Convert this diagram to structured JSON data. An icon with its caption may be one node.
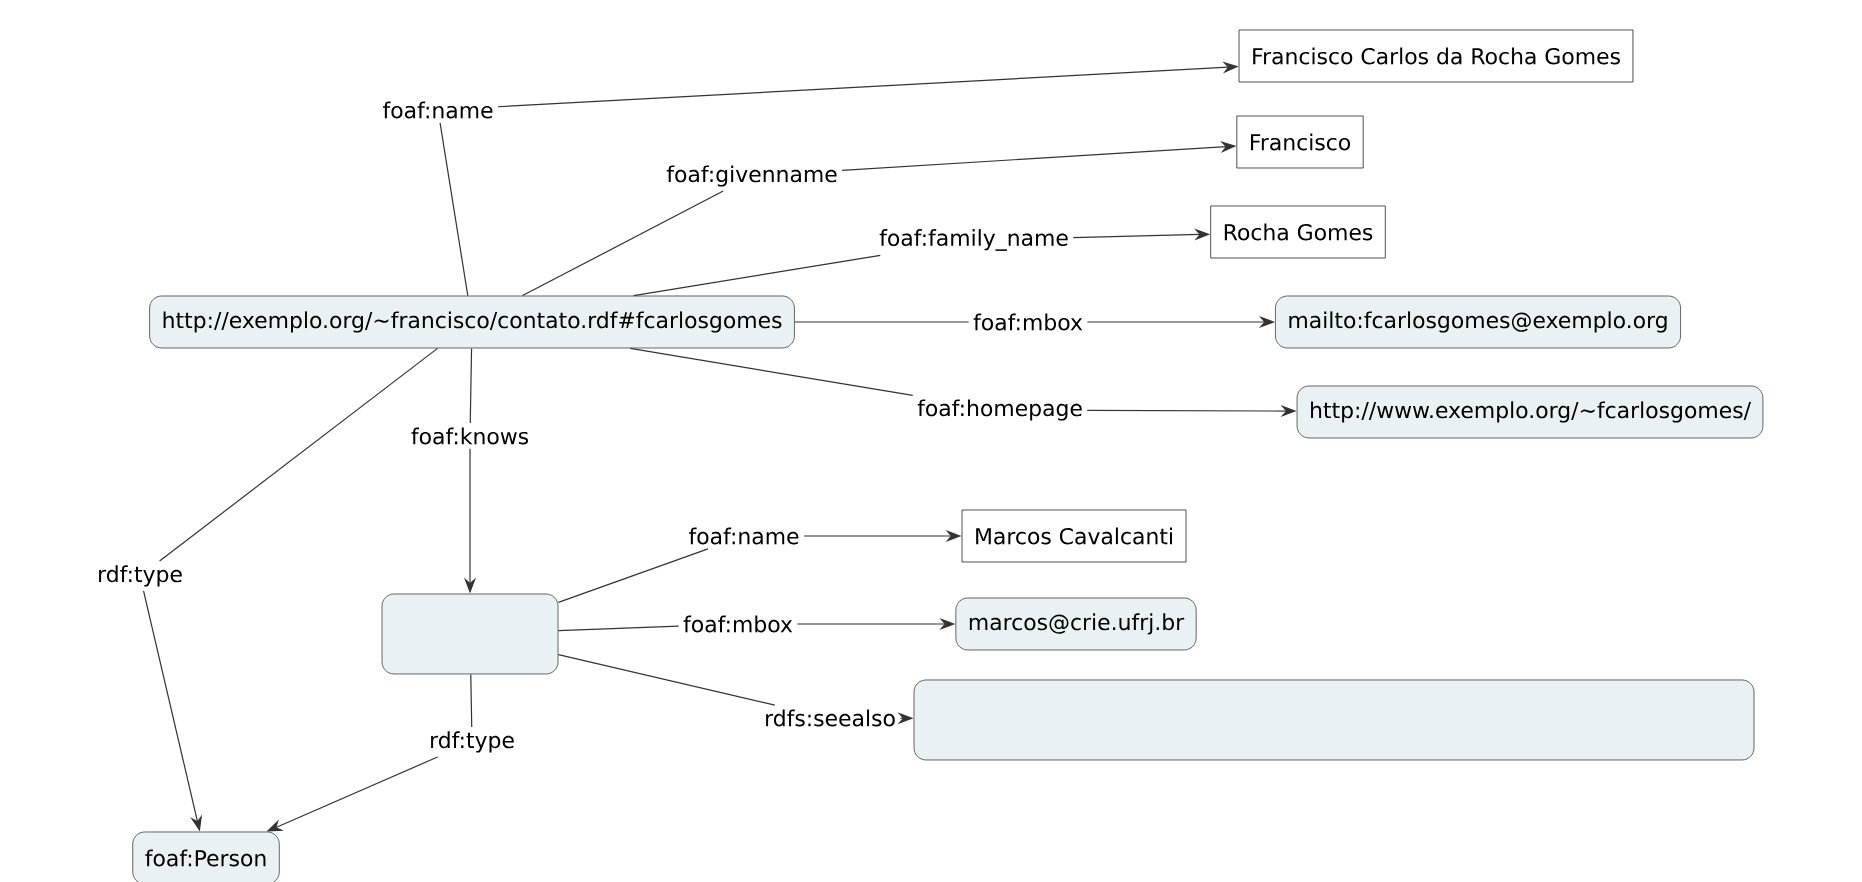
{
  "diagram": {
    "nodes": [
      {
        "text": [
          "http://exemplo.org/~francisco/contato.rdf#fcarlosgomes"
        ]
      },
      {
        "text": [
          "foaf:name"
        ]
      },
      {
        "text": [
          "Francisco Carlos da Rocha Gomes"
        ]
      },
      {
        "text": [
          "foaf:givenname"
        ]
      },
      {
        "text": [
          "Francisco"
        ]
      },
      {
        "text": [
          "foaf:family_name"
        ]
      },
      {
        "text": [
          "Rocha Gomes"
        ]
      },
      {
        "text": [
          "foaf:mbox"
        ]
      },
      {
        "text": [
          "mailto:fcarlosgomes@exemplo.org"
        ]
      },
      {
        "text": [
          "foaf:homepage"
        ]
      },
      {
        "text": [
          "http://www.exemplo.org/~fcarlosgomes/"
        ]
      },
      {
        "text": [
          "foaf:knows"
        ]
      },
      {
        "text": [],
        "shape": "box"
      },
      {
        "text": [
          "foaf:name"
        ]
      },
      {
        "text": [
          "Marcos Cavalcanti"
        ]
      },
      {
        "text": [
          "foaf:mbox"
        ]
      },
      {
        "text": [
          "marcos@crie.ufrj.br"
        ]
      },
      {
        "text": [
          "rdfs:seealso"
        ]
      },
      {
        "text": [],
        "shape": "box"
      },
      {
        "text": [
          "rdf:type"
        ]
      },
      {
        "text": [
          "rdf:type"
        ]
      },
      {
        "text": [
          "foaf:Person"
        ]
      }
    ],
    "edges": [
      {
        "from": 0,
        "to": 1,
        "arrow": "none"
      },
      {
        "from": 1,
        "to": 2,
        "arrow": "to"
      },
      {
        "from": 0,
        "to": 3,
        "arrow": "none"
      },
      {
        "from": 3,
        "to": 4,
        "arrow": "to"
      },
      {
        "from": 0,
        "to": 5,
        "arrow": "none"
      },
      {
        "from": 5,
        "to": 6,
        "arrow": "to"
      },
      {
        "from": 0,
        "to": 7,
        "arrow": "none"
      },
      {
        "from": 7,
        "to": 8,
        "arrow": "to"
      },
      {
        "from": 0,
        "to": 9,
        "arrow": "none"
      },
      {
        "from": 9,
        "to": 10,
        "arrow": "to"
      },
      {
        "from": 0,
        "to": 11,
        "arrow": "none"
      },
      {
        "from": 11,
        "to": 12,
        "arrow": "to"
      },
      {
        "from": 12,
        "to": 13,
        "arrow": "none"
      },
      {
        "from": 13,
        "to": 14,
        "arrow": "to"
      },
      {
        "from": 12,
        "to": 15,
        "arrow": "none"
      },
      {
        "from": 15,
        "to": 16,
        "arrow": "to"
      },
      {
        "from": 12,
        "to": 17,
        "arrow": "none"
      },
      {
        "from": 17,
        "to": 18,
        "arrow": "to"
      },
      {
        "from": 0,
        "to": 19,
        "arrow": "none"
      },
      {
        "from": 19,
        "to": 21,
        "arrow": "to"
      },
      {
        "from": 12,
        "to": 20,
        "arrow": "none"
      },
      {
        "from": 20,
        "to": 21,
        "arrow": "to"
      }
    ]
  }
}
